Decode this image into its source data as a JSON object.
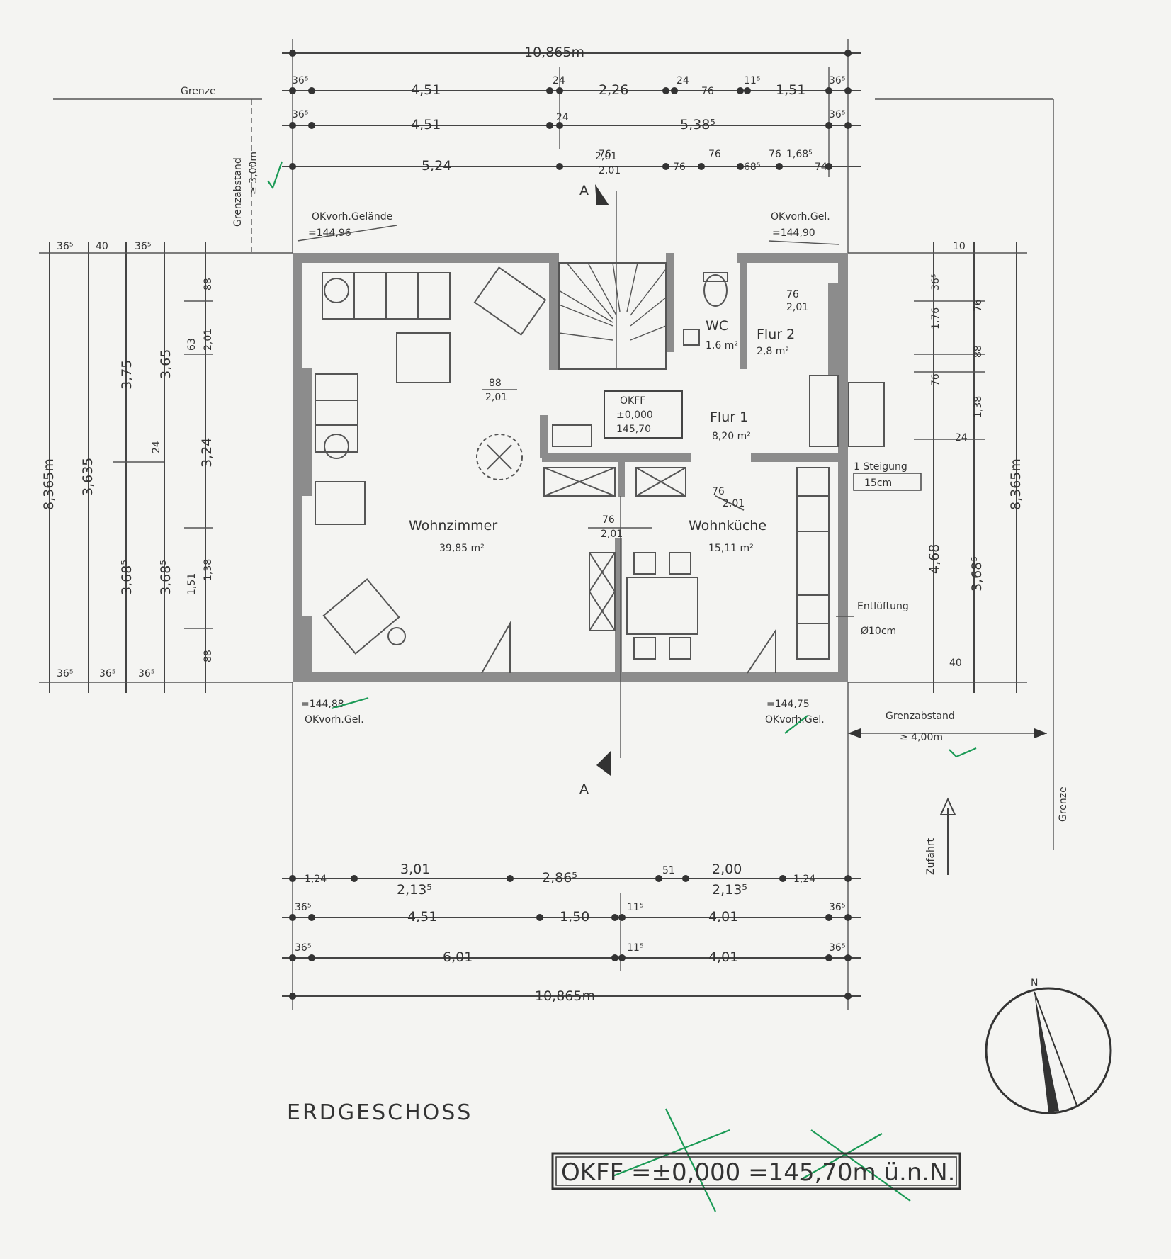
{
  "title": "ERDGESCHOSS",
  "okff_box": "OKFF =±0,000 =145,70m ü.n.N.",
  "rooms": {
    "wohnzimmer": {
      "name": "Wohnzimmer",
      "area": "39,85 m²"
    },
    "wohnkueche": {
      "name": "Wohnküche",
      "area": "15,11 m²"
    },
    "wc": {
      "name": "WC",
      "area": "1,6 m²"
    },
    "flur2": {
      "name": "Flur 2",
      "area": "2,8 m²"
    },
    "flur1": {
      "name": "Flur 1",
      "area": "8,20 m²"
    }
  },
  "okff_center": {
    "l1": "OKFF",
    "l2": "±0,000",
    "l3": "145,70"
  },
  "labels": {
    "grenze_top": "Grenze",
    "grenze_right": "Grenze",
    "grenzabstand_left": "Grenzabstand",
    "grenzabstand_left_val": "≥ 3,00m",
    "grenzabstand_right": "Grenzabstand",
    "grenzabstand_right_val": "≥ 4,00m",
    "gelaende_tl": "OKvorh.Gelände",
    "gelaende_tl_val": "=144,96",
    "gelaende_tr": "OKvorh.Gel.",
    "gelaende_tr_val": "=144,90",
    "gelaende_bl": "=144,88",
    "gelaende_bl2": "OKvorh.Gel.",
    "gelaende_br": "=144,75",
    "gelaende_br2": "OKvorh.Gel.",
    "steigung": "1 Steigung",
    "steigung_val": "15cm",
    "entlueftung": "Entlüftung",
    "entlueftung_val": "Ø10cm",
    "zufahrt": "Zufahrt",
    "section_top": "A",
    "section_bottom": "A"
  },
  "dims_top": {
    "overall": "10,865m",
    "row1": [
      "36⁵",
      "4,51",
      "24",
      "2,26",
      "24",
      "76",
      "11⁵",
      "1,51",
      "36⁵"
    ],
    "row2": [
      "36⁵",
      "4,51",
      "24",
      "5,38⁵",
      "36⁵"
    ],
    "row3": [
      "5,24",
      "2,01",
      "76",
      "76",
      "68⁵",
      "76",
      "1,68⁵",
      "74"
    ]
  },
  "dims_bottom": {
    "overall": "10,865m",
    "row1": [
      "1,24",
      "3,01",
      "2,13⁵",
      "2,86⁵",
      "51",
      "2,00",
      "2,13⁵",
      "1,24"
    ],
    "row2": [
      "36⁵",
      "4,51",
      "1,50",
      "11⁵",
      "4,01",
      "36⁵"
    ],
    "row3": [
      "36⁵",
      "6,01",
      "11⁵",
      "4,01",
      "36⁵"
    ]
  },
  "dims_left": {
    "overall": "8,365m",
    "values": [
      "36⁵",
      "40",
      "36⁵",
      "3,75",
      "3,635",
      "3,65",
      "3,68⁵",
      "3,68⁵",
      "24",
      "3,24",
      "36⁵",
      "36⁵",
      "36⁵",
      "2,01",
      "88",
      "88",
      "1,38",
      "1,51",
      "63"
    ]
  },
  "dims_right": {
    "overall": "8,365m",
    "values": [
      "10",
      "36⁵",
      "76",
      "1,76",
      "88",
      "76",
      "1,38",
      "24",
      "4,68",
      "3,68⁵",
      "40"
    ]
  },
  "stair_labels": [
    "88",
    "2,01",
    "76",
    "2,01"
  ],
  "door_labels": [
    "76",
    "2,01",
    "76",
    "2,01",
    "76",
    "2,01"
  ],
  "north": "N"
}
